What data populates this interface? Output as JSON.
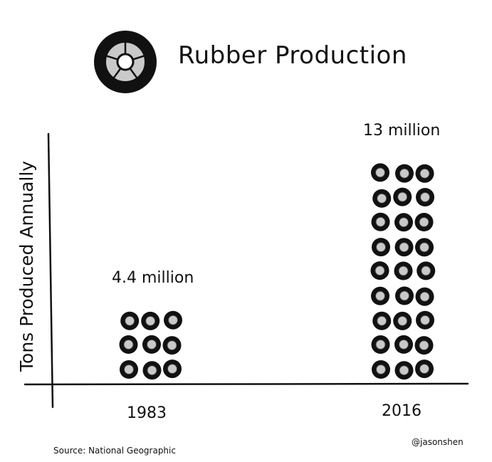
{
  "chart_data": {
    "type": "bar",
    "title": "Rubber Production",
    "ylabel": "Tons Produced Annually",
    "xlabel": "",
    "categories": [
      "1983",
      "2016"
    ],
    "values": [
      4.4,
      13
    ],
    "data_labels": [
      "4.4 million",
      "13 million"
    ],
    "units": "million tons",
    "grid": false,
    "legend": "none",
    "icon_unit": "tire-icon",
    "icon_counts": [
      9,
      27
    ],
    "colors": {
      "ink": "#111111",
      "tire_fill": "#c9c9c9",
      "background": "#ffffff"
    }
  },
  "source": "Source: National Geographic",
  "credit": "@jasonshen",
  "header_icon": "tire-icon"
}
